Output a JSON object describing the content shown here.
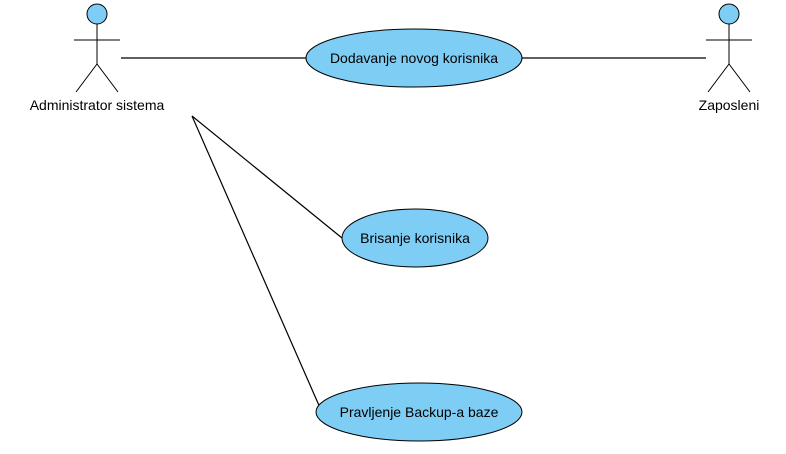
{
  "diagram": {
    "colors": {
      "actor_fill": "#7dcdf5",
      "usecase_fill": "#7dcdf5",
      "line": "#000000",
      "background": "#ffffff"
    },
    "actors": [
      {
        "id": "admin",
        "label": "Administrator sistema"
      },
      {
        "id": "employee",
        "label": "Zaposleni"
      }
    ],
    "use_cases": [
      {
        "id": "add_user",
        "label": "Dodavanje novog korisnika"
      },
      {
        "id": "delete_user",
        "label": "Brisanje korisnika"
      },
      {
        "id": "backup",
        "label": "Pravljenje Backup-a baze"
      }
    ],
    "associations": [
      {
        "from": "admin",
        "to": "add_user"
      },
      {
        "from": "employee",
        "to": "add_user"
      },
      {
        "from": "admin",
        "to": "delete_user"
      },
      {
        "from": "admin",
        "to": "backup"
      }
    ]
  }
}
